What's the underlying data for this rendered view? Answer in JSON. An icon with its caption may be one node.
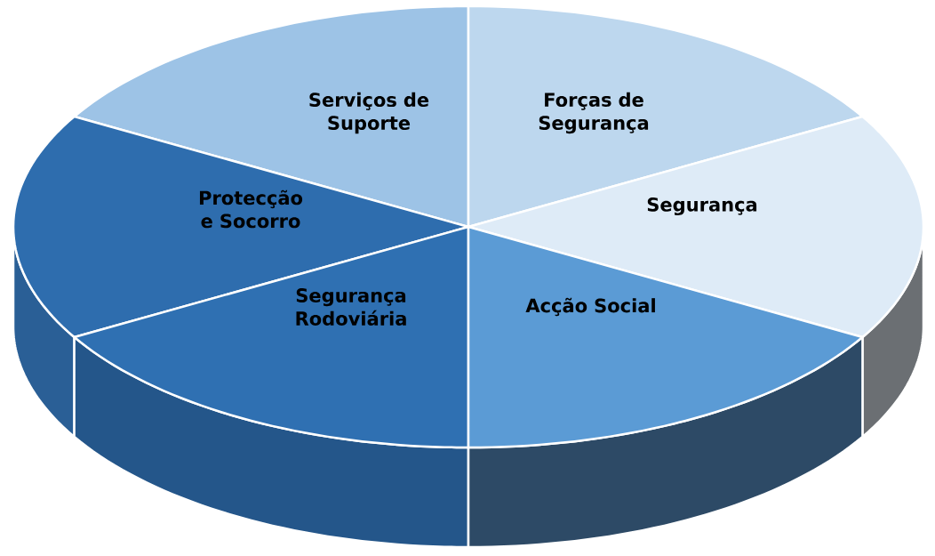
{
  "diagram": {
    "nodes": [
      {
        "text": [
          "Serviços de Suporte"
        ]
      },
      {
        "text": [
          "Forças de Segurança"
        ]
      },
      {
        "text": [
          "Protecção e Socorro"
        ]
      },
      {
        "text": [
          "Segurança"
        ]
      },
      {
        "text": [
          "Segurança Rodoviária"
        ]
      },
      {
        "text": [
          "Acção Social"
        ]
      }
    ]
  }
}
